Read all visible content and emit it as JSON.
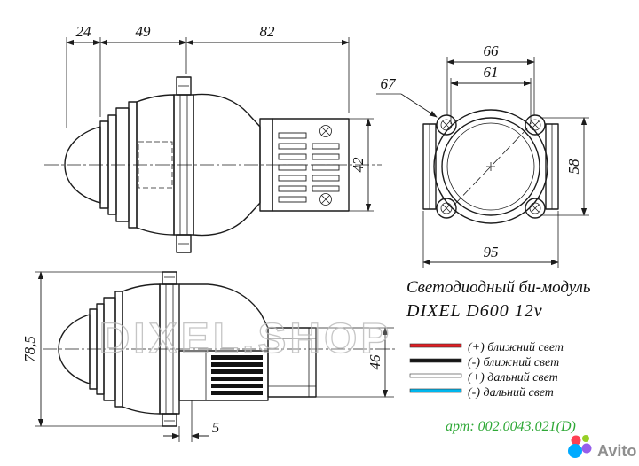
{
  "drawing": {
    "side_view": {
      "dim_24": "24",
      "dim_49": "49",
      "dim_82": "82",
      "dim_42": "42"
    },
    "front_view": {
      "dim_67": "67",
      "dim_66": "66",
      "dim_61": "61",
      "dim_58": "58",
      "dim_95": "95"
    },
    "bottom_view": {
      "dim_78_5": "78,5",
      "dim_5": "5",
      "dim_46": "46"
    }
  },
  "info": {
    "title": "Светодиодный би-модуль",
    "model": "DIXEL D600 12v",
    "art": "арт: 002.0043.021(D)",
    "art_color": "#2ea836"
  },
  "legend": [
    {
      "label": "(+) ближний свет",
      "color": "#e31e24"
    },
    {
      "label": "(-) ближний свет",
      "color": "#141414"
    },
    {
      "label": "(+) дальний свет",
      "color": "#ffffff"
    },
    {
      "label": "(-) дальний свет",
      "color": "#00b6ed"
    }
  ],
  "watermark": "DIXEL.SHOP",
  "brand": {
    "name": "Avito",
    "circle_colors": [
      "#ff4053",
      "#97cf26",
      "#00aaff",
      "#965eeb"
    ]
  }
}
